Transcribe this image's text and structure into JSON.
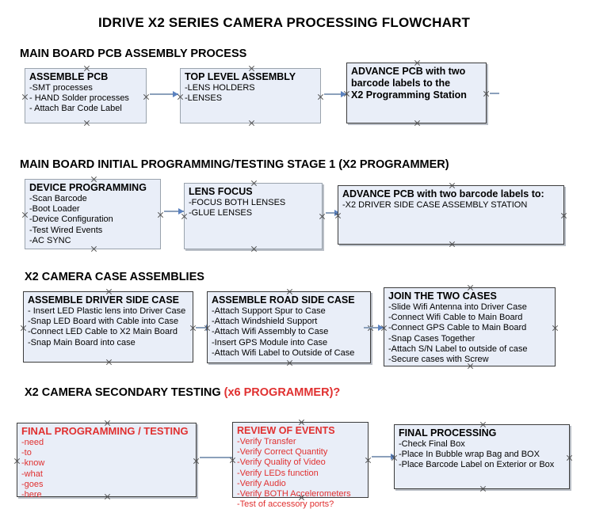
{
  "document": {
    "title": "IDRIVE X2  SERIES CAMERA PROCESSING FLOWCHART"
  },
  "colors": {
    "box_fill": "#e9eef8",
    "box_border": "#9aa3ad",
    "box_border_dark": "#3c3c3c",
    "text": "#000000",
    "accent_red": "#e03030",
    "connector": "#8ba0bb",
    "arrowhead": "#5b82c0"
  },
  "sections": [
    {
      "heading": "MAIN BOARD PCB ASSEMBLY PROCESS",
      "heading_suffix": "",
      "nodes": [
        {
          "title": "ASSEMBLE PCB",
          "lines": [
            "-SMT processes",
            "- HAND Solder processes",
            "- Attach Bar Code Label"
          ]
        },
        {
          "title": "TOP LEVEL ASSEMBLY",
          "lines": [
            "-LENS HOLDERS",
            "-LENSES"
          ]
        },
        {
          "title": "ADVANCE PCB with two",
          "lines": [
            "barcode labels to the",
            " X2 Programming Station"
          ]
        }
      ]
    },
    {
      "heading": "MAIN BOARD INITIAL PROGRAMMING/TESTING STAGE 1 (X2 PROGRAMMER)",
      "heading_suffix": "",
      "nodes": [
        {
          "title": "DEVICE PROGRAMMING",
          "lines": [
            "-Scan Barcode",
            "-Boot Loader",
            "-Device Configuration",
            "-Test Wired Events",
            "-AC SYNC"
          ]
        },
        {
          "title": "LENS FOCUS",
          "lines": [
            "-FOCUS BOTH LENSES",
            "-GLUE LENSES"
          ]
        },
        {
          "title": "ADVANCE PCB with two barcode labels to:",
          "lines": [
            "-X2 DRIVER  SIDE  CASE  ASSEMBLY STATION"
          ]
        }
      ]
    },
    {
      "heading": "X2 CAMERA CASE ASSEMBLIES",
      "heading_suffix": "",
      "nodes": [
        {
          "title": "ASSEMBLE DRIVER SIDE CASE",
          "lines": [
            "- Insert LED Plastic lens into Driver Case",
            "-Snap LED Board with Cable into Case",
            "-Connect LED Cable to X2 Main Board",
            "-Snap Main Board into case"
          ]
        },
        {
          "title": "ASSEMBLE ROAD SIDE CASE",
          "lines": [
            "-Attach Support Spur to Case",
            "-Attach Windshield Support",
            "-Attach Wifi Assembly to Case",
            "-Insert GPS Module into Case",
            "-Attach Wifi Label to Outside of Case"
          ]
        },
        {
          "title": "JOIN THE TWO CASES",
          "lines": [
            "-Slide Wifi Antenna into Driver Case",
            "-Connect Wifi Cable to Main Board",
            "-Connect GPS Cable to Main Board",
            "-Snap Cases Together",
            "-Attach S/N Label to outside of case",
            "-Secure cases with Screw"
          ]
        }
      ]
    },
    {
      "heading": "X2 CAMERA SECONDARY TESTING ",
      "heading_suffix": "(x6 PROGRAMMER)?",
      "nodes": [
        {
          "title": "FINAL PROGRAMMING / TESTING",
          "lines": [
            "-need",
            "-to",
            "-know",
            "-what",
            "-goes",
            "-here"
          ]
        },
        {
          "title": "REVIEW OF EVENTS",
          "lines": [
            "-Verify Transfer",
            "-Verify Correct Quantity",
            "-Verify Quality of Video",
            "-Verify LEDs function",
            "-Verify Audio",
            "-Verify BOTH Accelerometers",
            "-Test of accessory ports?"
          ]
        },
        {
          "title": "FINAL PROCESSING",
          "lines": [
            "-Check Final Box",
            "-Place In Bubble wrap Bag and BOX",
            "-Place Barcode Label on Exterior or Box"
          ]
        }
      ]
    }
  ]
}
